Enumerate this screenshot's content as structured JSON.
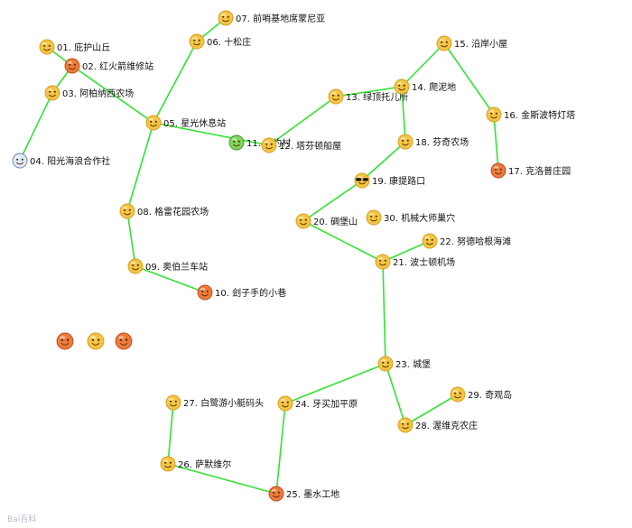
{
  "colors": {
    "edge": "#33e233",
    "face": "#f5c542",
    "face_dark": "#d69a1f",
    "face_red": "#ee7a3a",
    "text": "#111111"
  },
  "nodes": [
    {
      "id": "01",
      "label": "01. 庇护山丘"
    },
    {
      "id": "02",
      "label": "02. 红火箭维修站"
    },
    {
      "id": "03",
      "label": "03. 阿柏纳西农场"
    },
    {
      "id": "04",
      "label": "04. 阳光海浪合作社"
    },
    {
      "id": "05",
      "label": "05. 星光休息站"
    },
    {
      "id": "06",
      "label": "06. 十松庄"
    },
    {
      "id": "07",
      "label": "07. 前哨基地席蒙尼亚"
    },
    {
      "id": "08",
      "label": "08. 格雷花园农场"
    },
    {
      "id": "09",
      "label": "09. 奥伯兰车站"
    },
    {
      "id": "10",
      "label": "10. 刽子手的小巷"
    },
    {
      "id": "11",
      "label": "11. 圣约村"
    },
    {
      "id": "12",
      "label": "12. 塔芬顿船屋"
    },
    {
      "id": "13",
      "label": "13. 绿顶托儿所"
    },
    {
      "id": "14",
      "label": "14. 爬泥地"
    },
    {
      "id": "15",
      "label": "15. 沿岸小屋"
    },
    {
      "id": "16",
      "label": "16. 金斯波特灯塔"
    },
    {
      "id": "17",
      "label": "17. 克洛普庄园"
    },
    {
      "id": "18",
      "label": "18. 芬奇农场"
    },
    {
      "id": "19",
      "label": "19. 康提路口"
    },
    {
      "id": "20",
      "label": "20. 碉堡山"
    },
    {
      "id": "21",
      "label": "21. 波士顿机场"
    },
    {
      "id": "22",
      "label": "22. 努德哈根海滩"
    },
    {
      "id": "23",
      "label": "23. 城堡"
    },
    {
      "id": "24",
      "label": "24. 牙买加平原"
    },
    {
      "id": "25",
      "label": "25. 墨水工地"
    },
    {
      "id": "26",
      "label": "26. 萨默维尔"
    },
    {
      "id": "27",
      "label": "27. 白鹭游小艇码头"
    },
    {
      "id": "28",
      "label": "28. 渥维克农庄"
    },
    {
      "id": "29",
      "label": "29. 奇观岛"
    },
    {
      "id": "30",
      "label": "30. 机械大师巢穴"
    }
  ],
  "edges": [
    [
      "01",
      "02"
    ],
    [
      "02",
      "05"
    ],
    [
      "02",
      "03"
    ],
    [
      "03",
      "04"
    ],
    [
      "05",
      "06"
    ],
    [
      "06",
      "07"
    ],
    [
      "05",
      "08"
    ],
    [
      "08",
      "09"
    ],
    [
      "09",
      "10"
    ],
    [
      "05",
      "12"
    ],
    [
      "12",
      "13"
    ],
    [
      "13",
      "14"
    ],
    [
      "14",
      "15"
    ],
    [
      "15",
      "16"
    ],
    [
      "16",
      "17"
    ],
    [
      "14",
      "18"
    ],
    [
      "18",
      "19"
    ],
    [
      "19",
      "20"
    ],
    [
      "20",
      "21"
    ],
    [
      "21",
      "22"
    ],
    [
      "21",
      "23"
    ],
    [
      "23",
      "24"
    ],
    [
      "24",
      "25"
    ],
    [
      "25",
      "26"
    ],
    [
      "26",
      "27"
    ],
    [
      "23",
      "28"
    ],
    [
      "28",
      "29"
    ]
  ],
  "legend_icons": [
    "angry-face-icon",
    "grimace-face-icon",
    "red-face-icon"
  ],
  "watermark": "Bai百科"
}
